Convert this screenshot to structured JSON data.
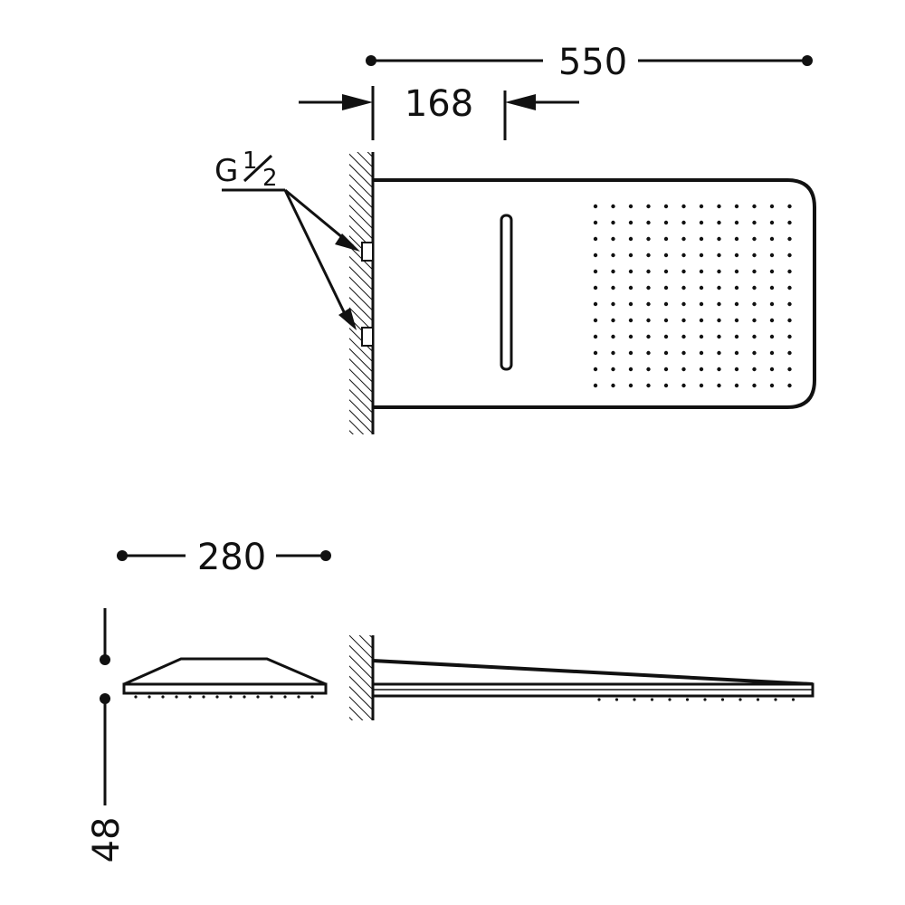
{
  "dimensions": {
    "overall_length": "550",
    "arm_length": "168",
    "side_width": "280",
    "height": "48"
  },
  "thread_label": {
    "prefix": "G",
    "numerator": "1",
    "denominator": "2"
  },
  "colors": {
    "ink": "#111111",
    "paper": "#ffffff"
  }
}
